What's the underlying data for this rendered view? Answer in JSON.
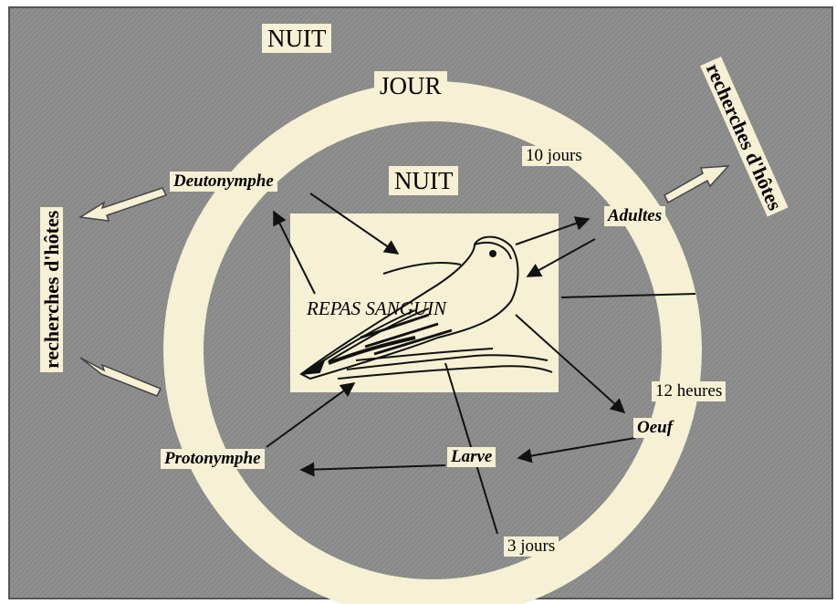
{
  "labels": {
    "nuit_outer": "NUIT",
    "jour": "JOUR",
    "nuit_inner": "NUIT",
    "repas": "REPAS SANGUIN",
    "deutonymphe": "Deutonymphe",
    "adultes": "Adultes",
    "oeuf": "Oeuf",
    "larve": "Larve",
    "protonymphe": "Protonymphe",
    "dix_jours": "10 jours",
    "douze_heures": "12 heures",
    "trois_jours": "3 jours",
    "recherche_left": "recherches d'hôtes",
    "recherche_right": "recherches d'hôtes"
  },
  "colors": {
    "background": "#8d8d8d",
    "ring": "#f6f0d4",
    "panel": "#f6f0d4",
    "frame": "#5a5a5a"
  }
}
